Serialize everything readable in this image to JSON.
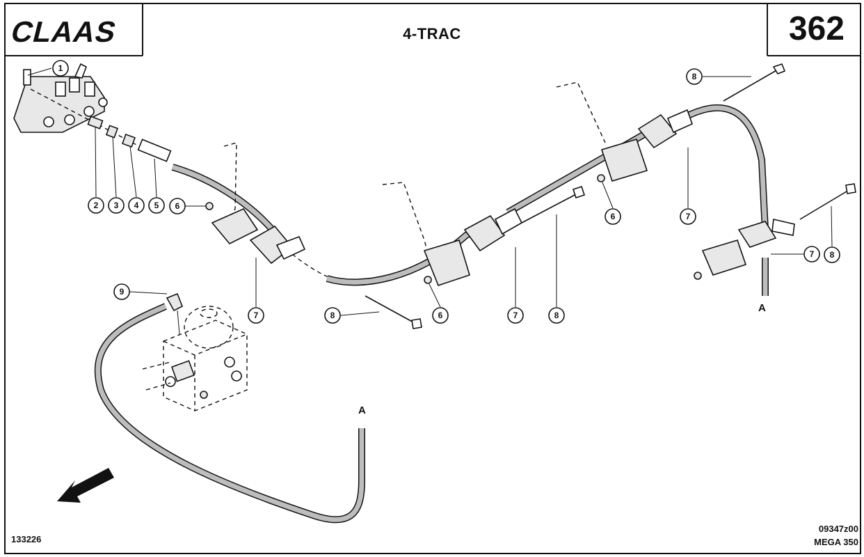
{
  "header": {
    "brand": "CLAAS",
    "title": "4-TRAC",
    "page_number": "362"
  },
  "footer": {
    "left_ref": "133226",
    "right_ref_1": "09347z00",
    "right_ref_2": "MEGA 350"
  },
  "connection_labels": [
    "A",
    "A"
  ],
  "callouts": [
    "1",
    "2",
    "3",
    "4",
    "5",
    "6",
    "6",
    "6",
    "7",
    "7",
    "7",
    "7",
    "8",
    "8",
    "8",
    "8",
    "9"
  ],
  "colors": {
    "ink": "#111111",
    "pipe_fill": "#bdbdbd",
    "paper": "#ffffff"
  }
}
